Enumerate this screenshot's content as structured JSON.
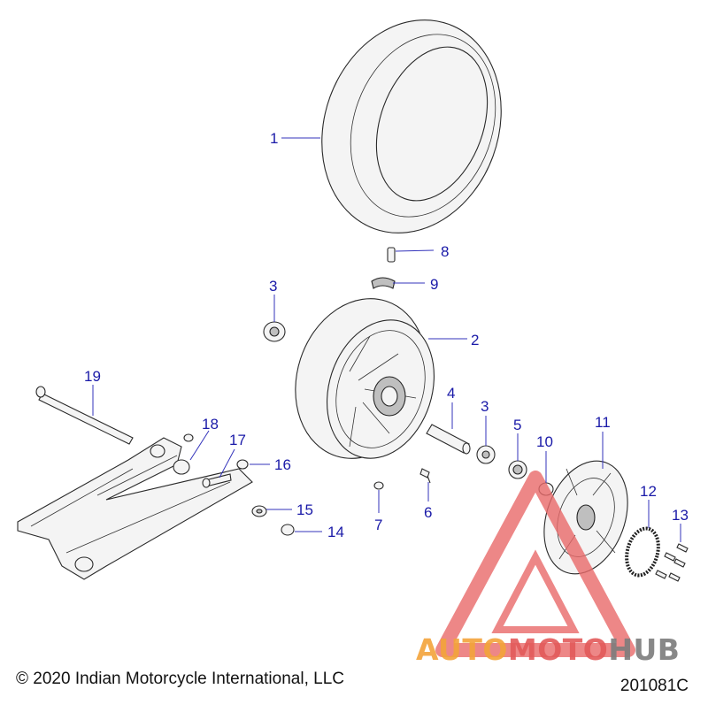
{
  "diagram": {
    "parts": [
      {
        "id": "tire",
        "label": "1"
      },
      {
        "id": "rear-wheel",
        "label": "2"
      },
      {
        "id": "bearing-left",
        "label": "3"
      },
      {
        "id": "bearing-right",
        "label": "3"
      },
      {
        "id": "spacer",
        "label": "4"
      },
      {
        "id": "seal",
        "label": "5"
      },
      {
        "id": "valve-cap",
        "label": "6"
      },
      {
        "id": "valve-nut",
        "label": "7"
      },
      {
        "id": "valve-stem",
        "label": "8"
      },
      {
        "id": "wheel-weight",
        "label": "9"
      },
      {
        "id": "bushing",
        "label": "10"
      },
      {
        "id": "brake-rotor",
        "label": "11"
      },
      {
        "id": "abs-tone-ring",
        "label": "12"
      },
      {
        "id": "bolts",
        "label": "13"
      },
      {
        "id": "nut-14",
        "label": "14"
      },
      {
        "id": "washer-15",
        "label": "15"
      },
      {
        "id": "nut-16",
        "label": "16"
      },
      {
        "id": "bolt-17",
        "label": "17"
      },
      {
        "id": "pivot-bushing",
        "label": "18"
      },
      {
        "id": "pivot-shaft",
        "label": "19"
      }
    ]
  },
  "footer": {
    "copyright": "© 2020 Indian Motorcycle International, LLC",
    "drawing_number": "201081C"
  },
  "watermark": {
    "part_a": "AUTO",
    "part_b": "MOTO",
    "part_c": "HUB",
    "colors": {
      "auto": "#f3a43a",
      "moto": "#e35a5a",
      "hub": "#7c7c7c",
      "triangle": "#e96a6a"
    }
  }
}
